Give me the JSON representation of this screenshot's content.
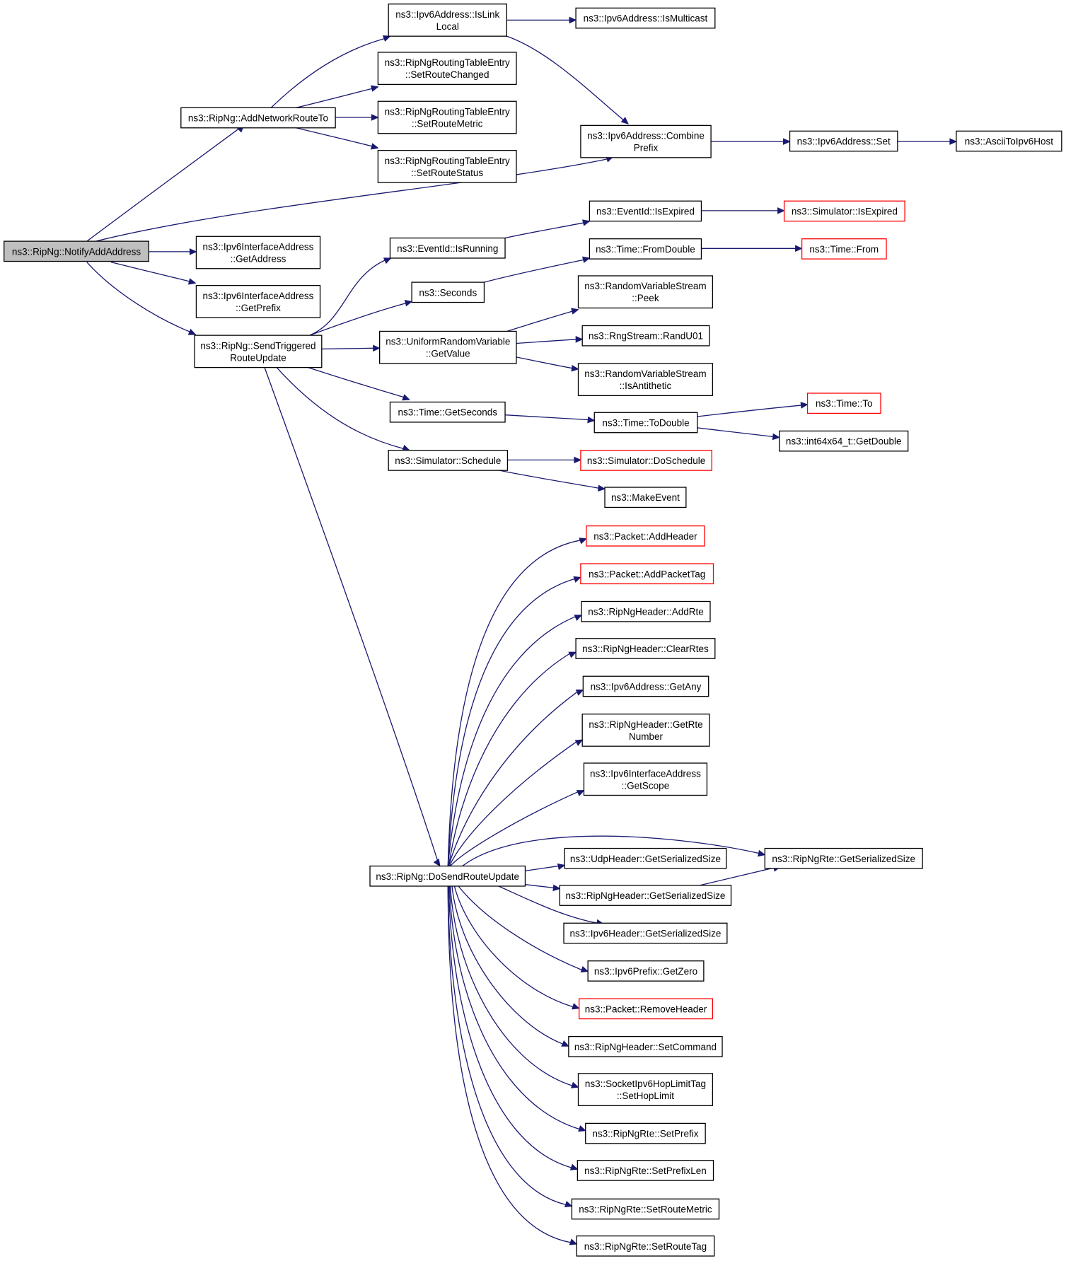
{
  "colors": {
    "edge": "#191970",
    "highlight_border": "#ff0000",
    "root_fill": "#bfbfbf"
  },
  "nodes": {
    "notify": {
      "lines": [
        "ns3::RipNg::NotifyAddAddress"
      ],
      "style": "root"
    },
    "addnet": {
      "lines": [
        "ns3::RipNg::AddNetworkRouteTo"
      ]
    },
    "islinklocal": {
      "lines": [
        "ns3::Ipv6Address::IsLink",
        "Local"
      ]
    },
    "ismulticast": {
      "lines": [
        "ns3::Ipv6Address::IsMulticast"
      ]
    },
    "setroutechanged": {
      "lines": [
        "ns3::RipNgRoutingTableEntry",
        "::SetRouteChanged"
      ]
    },
    "setroutemetric_e": {
      "lines": [
        "ns3::RipNgRoutingTableEntry",
        "::SetRouteMetric"
      ]
    },
    "setroutestatus": {
      "lines": [
        "ns3::RipNgRoutingTableEntry",
        "::SetRouteStatus"
      ]
    },
    "combineprefix": {
      "lines": [
        "ns3::Ipv6Address::Combine",
        "Prefix"
      ]
    },
    "addrset": {
      "lines": [
        "ns3::Ipv6Address::Set"
      ]
    },
    "asciitoipv6": {
      "lines": [
        "ns3::AsciiToIpv6Host"
      ]
    },
    "getaddress": {
      "lines": [
        "ns3::Ipv6InterfaceAddress",
        "::GetAddress"
      ]
    },
    "getprefix": {
      "lines": [
        "ns3::Ipv6InterfaceAddress",
        "::GetPrefix"
      ]
    },
    "sendtriggered": {
      "lines": [
        "ns3::RipNg::SendTriggered",
        "RouteUpdate"
      ]
    },
    "isrunning": {
      "lines": [
        "ns3::EventId::IsRunning"
      ]
    },
    "isexpired": {
      "lines": [
        "ns3::EventId::IsExpired"
      ]
    },
    "simisexpired": {
      "lines": [
        "ns3::Simulator::IsExpired"
      ],
      "style": "red"
    },
    "seconds": {
      "lines": [
        "ns3::Seconds"
      ]
    },
    "fromdouble": {
      "lines": [
        "ns3::Time::FromDouble"
      ]
    },
    "timefrom": {
      "lines": [
        "ns3::Time::From"
      ],
      "style": "red"
    },
    "urvgetvalue": {
      "lines": [
        "ns3::UniformRandomVariable",
        "::GetValue"
      ]
    },
    "peek": {
      "lines": [
        "ns3::RandomVariableStream",
        "::Peek"
      ]
    },
    "randu01": {
      "lines": [
        "ns3::RngStream::RandU01"
      ]
    },
    "isantithetic": {
      "lines": [
        "ns3::RandomVariableStream",
        "::IsAntithetic"
      ]
    },
    "getseconds": {
      "lines": [
        "ns3::Time::GetSeconds"
      ]
    },
    "todouble": {
      "lines": [
        "ns3::Time::ToDouble"
      ]
    },
    "timeto": {
      "lines": [
        "ns3::Time::To"
      ],
      "style": "red"
    },
    "getdouble": {
      "lines": [
        "ns3::int64x64_t::GetDouble"
      ]
    },
    "schedule": {
      "lines": [
        "ns3::Simulator::Schedule"
      ]
    },
    "doschedule": {
      "lines": [
        "ns3::Simulator::DoSchedule"
      ],
      "style": "red"
    },
    "makeevent": {
      "lines": [
        "ns3::MakeEvent"
      ]
    },
    "dosend": {
      "lines": [
        "ns3::RipNg::DoSendRouteUpdate"
      ]
    },
    "addheader": {
      "lines": [
        "ns3::Packet::AddHeader"
      ],
      "style": "red"
    },
    "addpackettag": {
      "lines": [
        "ns3::Packet::AddPacketTag"
      ],
      "style": "red"
    },
    "addrte": {
      "lines": [
        "ns3::RipNgHeader::AddRte"
      ]
    },
    "clearrtes": {
      "lines": [
        "ns3::RipNgHeader::ClearRtes"
      ]
    },
    "getany": {
      "lines": [
        "ns3::Ipv6Address::GetAny"
      ]
    },
    "getrtenumber": {
      "lines": [
        "ns3::RipNgHeader::GetRte",
        "Number"
      ]
    },
    "getscope": {
      "lines": [
        "ns3::Ipv6InterfaceAddress",
        "::GetScope"
      ]
    },
    "udpgss": {
      "lines": [
        "ns3::UdpHeader::GetSerializedSize"
      ]
    },
    "rtegss": {
      "lines": [
        "ns3::RipNgRte::GetSerializedSize"
      ]
    },
    "hdrgss": {
      "lines": [
        "ns3::RipNgHeader::GetSerializedSize"
      ]
    },
    "ipv6gss": {
      "lines": [
        "ns3::Ipv6Header::GetSerializedSize"
      ]
    },
    "getzero": {
      "lines": [
        "ns3::Ipv6Prefix::GetZero"
      ]
    },
    "removeheader": {
      "lines": [
        "ns3::Packet::RemoveHeader"
      ],
      "style": "red"
    },
    "setcommand": {
      "lines": [
        "ns3::RipNgHeader::SetCommand"
      ]
    },
    "sethoplimit": {
      "lines": [
        "ns3::SocketIpv6HopLimitTag",
        "::SetHopLimit"
      ]
    },
    "setprefix": {
      "lines": [
        "ns3::RipNgRte::SetPrefix"
      ]
    },
    "setprefixlen": {
      "lines": [
        "ns3::RipNgRte::SetPrefixLen"
      ]
    },
    "setroutemetric_r": {
      "lines": [
        "ns3::RipNgRte::SetRouteMetric"
      ]
    },
    "setroutetag": {
      "lines": [
        "ns3::RipNgRte::SetRouteTag"
      ]
    }
  }
}
